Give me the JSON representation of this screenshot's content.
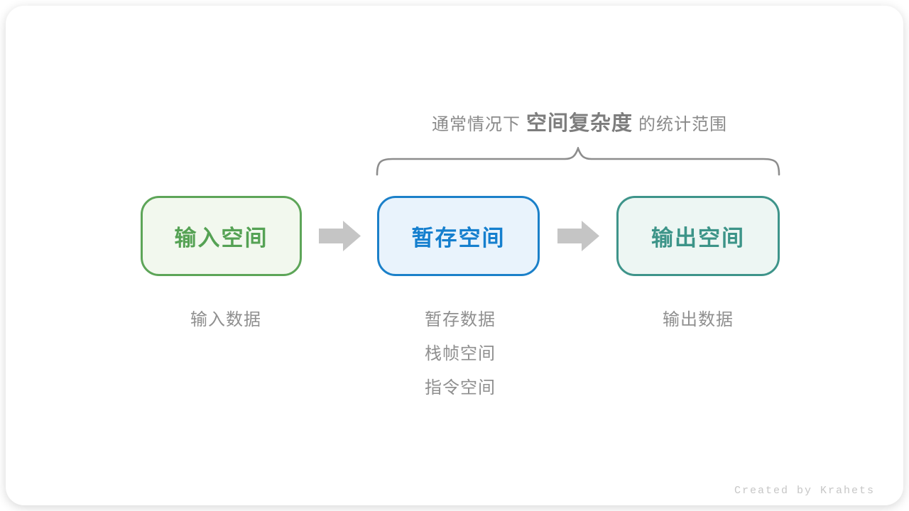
{
  "title": {
    "prefix": "通常情况下",
    "highlight": "空间复杂度",
    "suffix": "的统计范围"
  },
  "boxes": [
    {
      "label": "输入空间"
    },
    {
      "label": "暂存空间"
    },
    {
      "label": "输出空间"
    }
  ],
  "notes": [
    {
      "items": [
        "输入数据"
      ]
    },
    {
      "items": [
        "暂存数据",
        "栈帧空间",
        "指令空间"
      ]
    },
    {
      "items": [
        "输出数据"
      ]
    }
  ],
  "credit": "Created by Krahets",
  "colors": {
    "green-border": "#5da558",
    "green-fill": "#f2f8ee",
    "green-text": "#55a254",
    "blue-border": "#1b80c9",
    "blue-fill": "#e9f3fc",
    "blue-text": "#157fce",
    "teal-border": "#3e948a",
    "teal-fill": "#edf6f3",
    "teal-text": "#3c9488",
    "arrow-gray": "#c5c5c5",
    "brace-gray": "#8d8d8d",
    "title-gray": "#8a8a8a",
    "title-gray-bold": "#7d7d7d",
    "note-gray": "#8f8f8f",
    "credit-gray": "#c6c6c6"
  }
}
